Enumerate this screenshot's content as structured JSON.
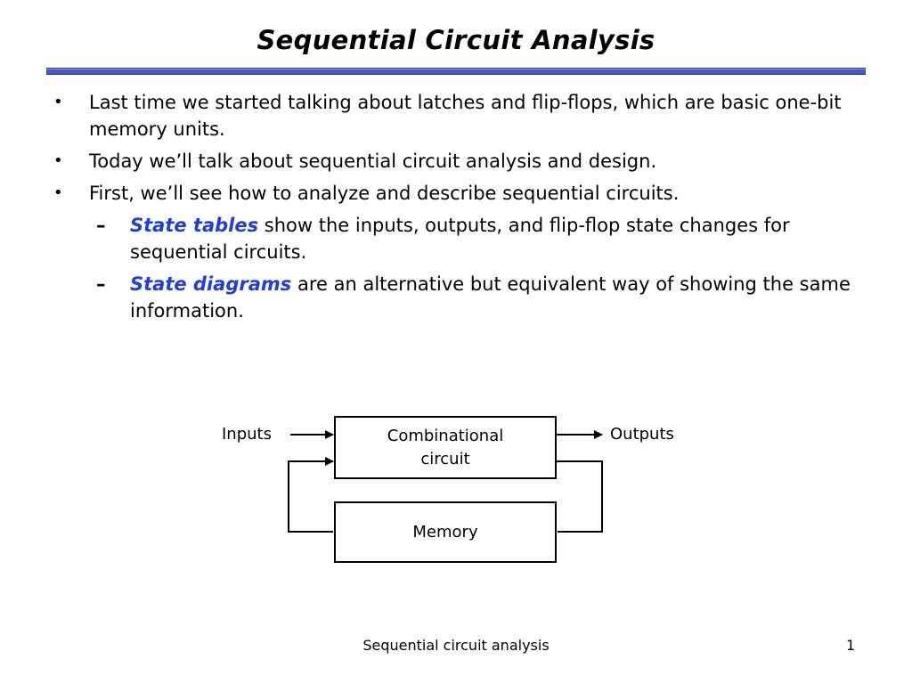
{
  "slide": {
    "title": "Sequential Circuit Analysis"
  },
  "bullets": [
    {
      "level": 1,
      "marker": "•",
      "text": "Last time we started talking about latches and flip-flops, which are basic one-bit memory units."
    },
    {
      "level": 1,
      "marker": "•",
      "text": "Today we’ll talk about sequential circuit analysis and design."
    },
    {
      "level": 1,
      "marker": "•",
      "text": "First, we’ll see how to analyze and describe sequential circuits."
    },
    {
      "level": 2,
      "marker": "–",
      "term": "State tables",
      "text": " show the inputs, outputs, and flip-flop state changes for sequential circuits."
    },
    {
      "level": 2,
      "marker": "–",
      "term": "State diagrams",
      "text": " are an alternative but equivalent way of showing the same information."
    }
  ],
  "diagram": {
    "inputs_label": "Inputs",
    "outputs_label": "Outputs",
    "combinational_box": "Combinational circuit",
    "memory_box": "Memory"
  },
  "footer": {
    "text": "Sequential circuit analysis",
    "page_number": "1"
  },
  "colors": {
    "title_rule": "#4a57c4",
    "term_highlight": "#1f3de0"
  }
}
